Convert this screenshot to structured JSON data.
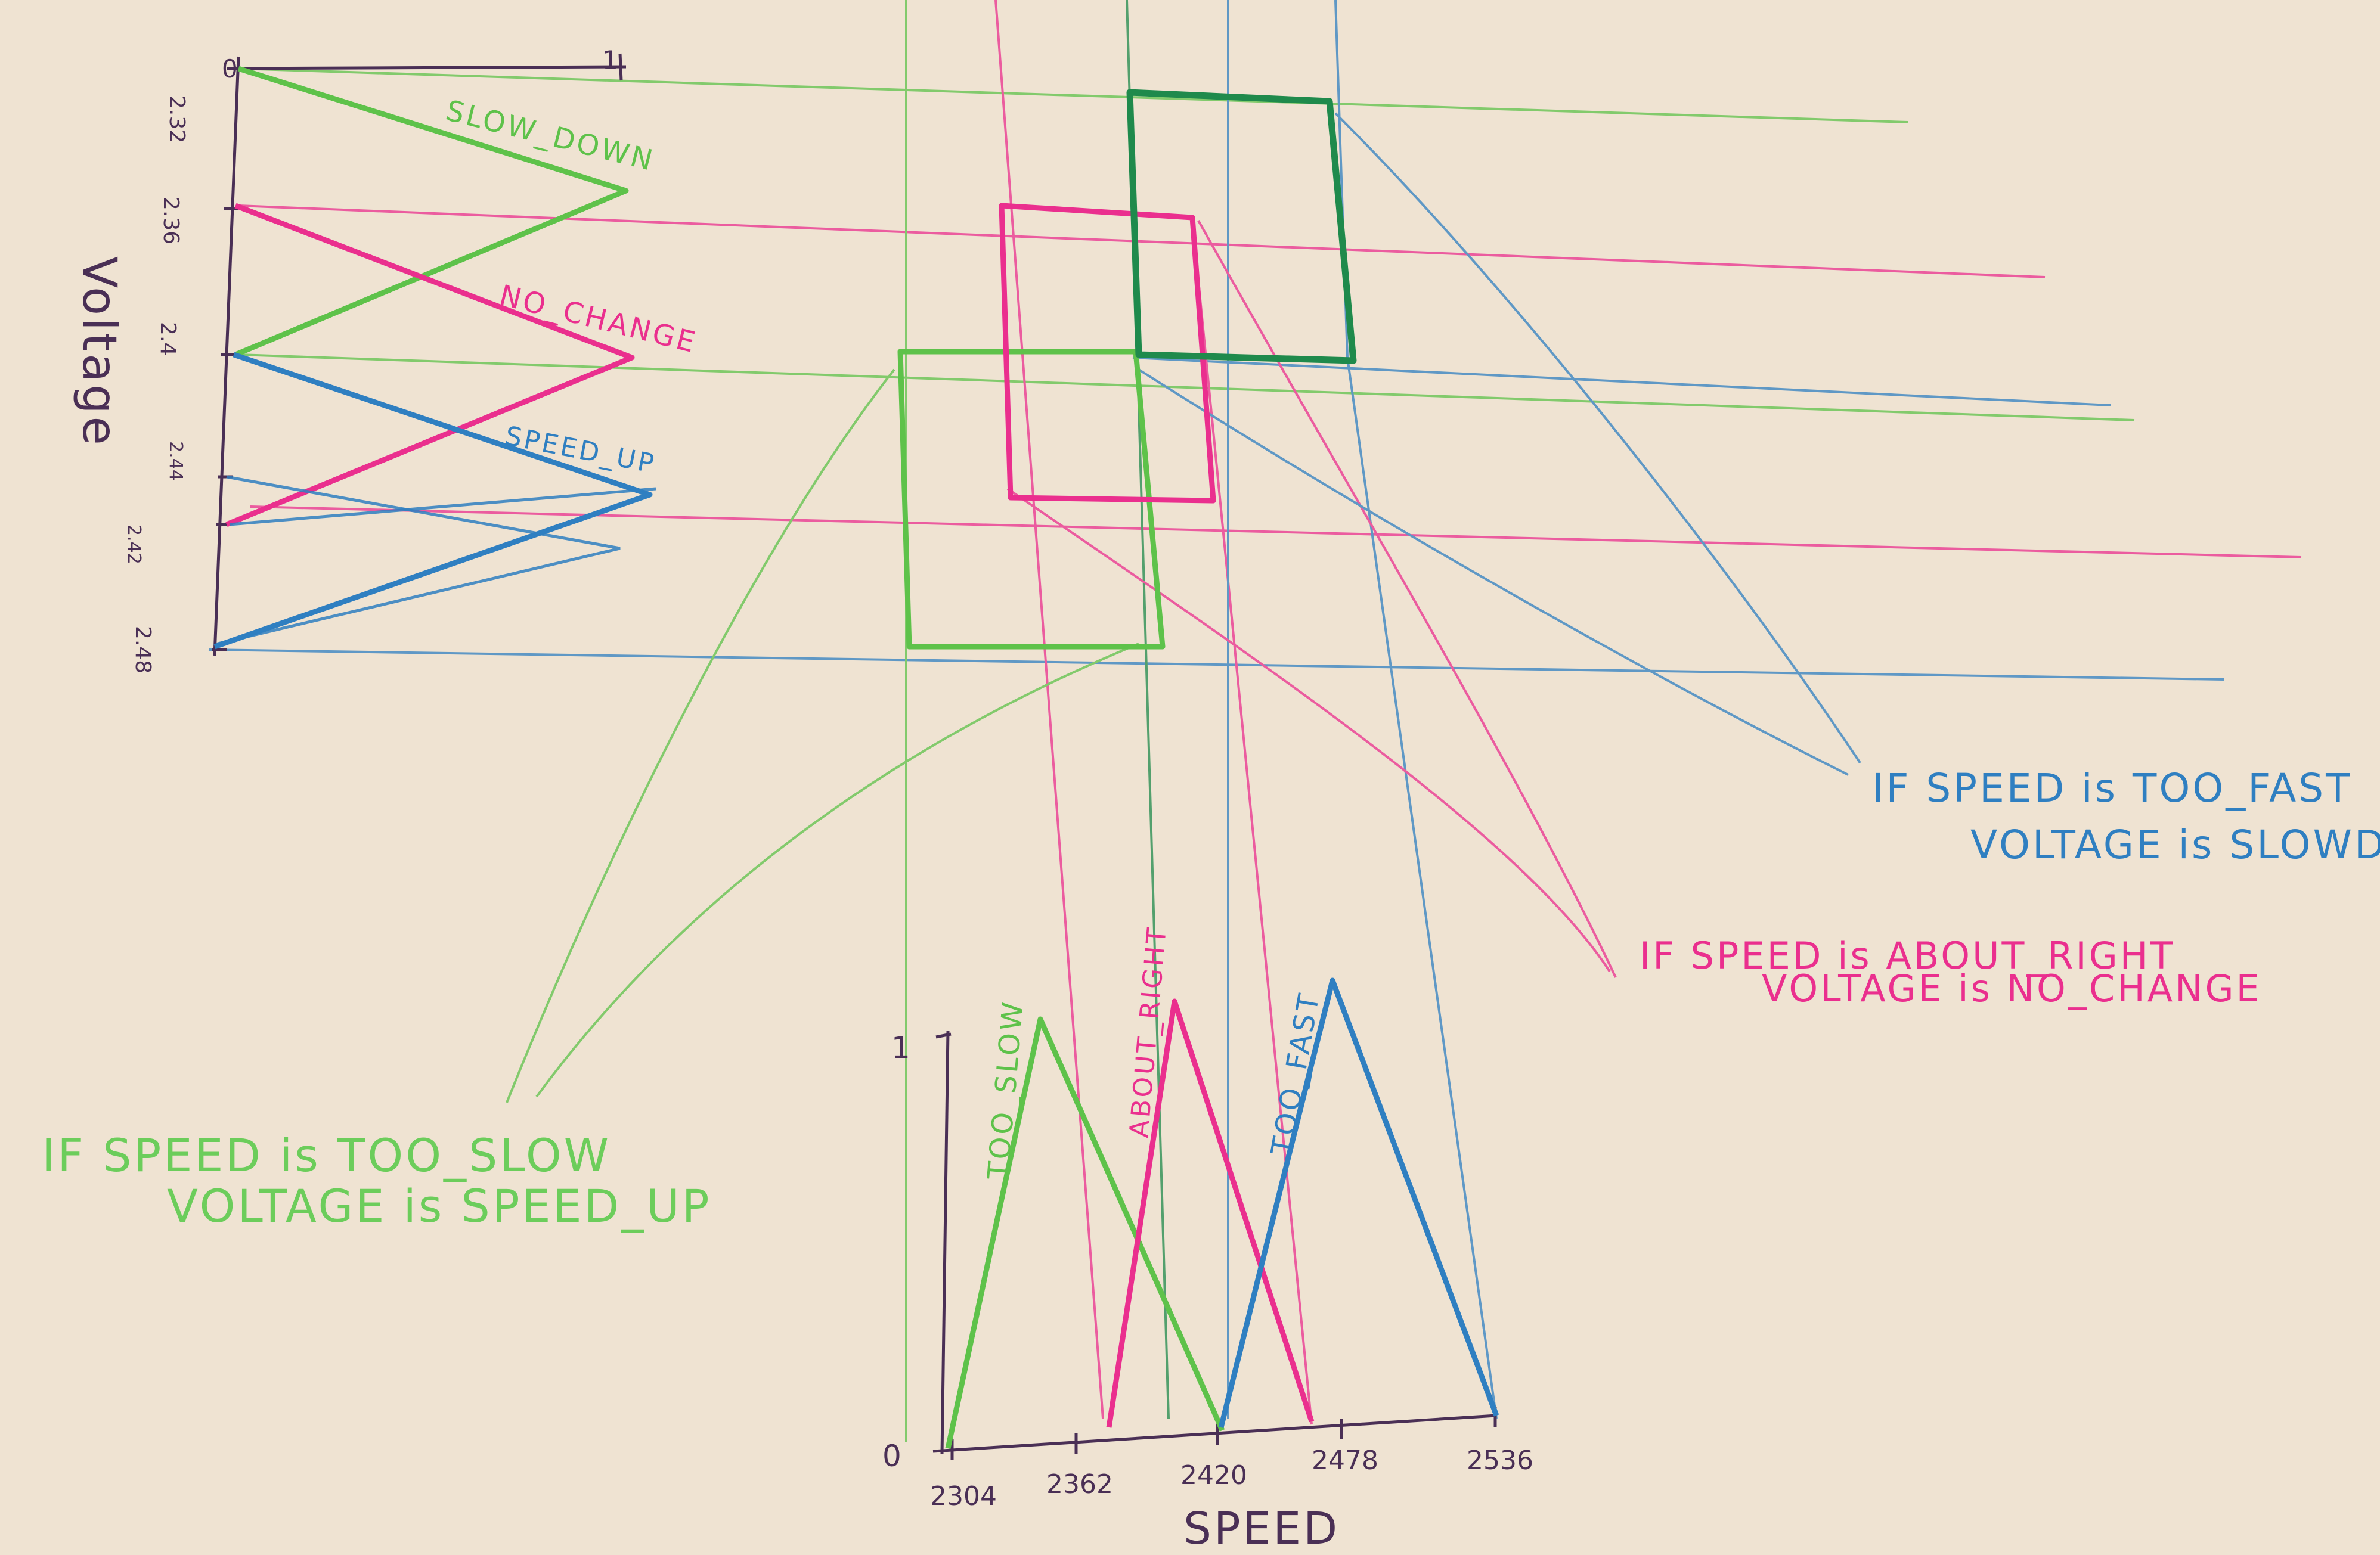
{
  "colors": {
    "paper": "#efe3d2",
    "ink": "#4a2f55",
    "green": "#5ec24a",
    "dark_green": "#1f8a4c",
    "pink": "#ea2f8e",
    "blue": "#2f7fc1"
  },
  "voltage_axis": {
    "label": "Voltage",
    "top_value": "0",
    "right_value": "1",
    "ticks": [
      "2.32",
      "2.36",
      "2.4",
      "2.42",
      "2.44",
      "2.48"
    ]
  },
  "voltage_sets": {
    "slow_down": "SLOW_DOWN",
    "no_change": "NO_CHANGE",
    "speed_up": "SPEED_UP"
  },
  "speed_axis": {
    "label": "SPEED",
    "origin": "0",
    "peak": "1",
    "ticks": [
      "2304",
      "2362",
      "2420",
      "2478",
      "2536"
    ]
  },
  "speed_sets": {
    "too_slow": "TOO_SLOW",
    "about_right": "ABOUT_RIGHT",
    "too_fast": "TOO_FAST"
  },
  "rules": {
    "fast": {
      "line1": "IF SPEED is TOO_FAST",
      "line2": "VOLTAGE is SLOWD"
    },
    "right": {
      "line1": "IF SPEED is ABOUT_RIGHT",
      "line2": "VOLTAGE is NO_CHANGE"
    },
    "slow": {
      "line1": "IF SPEED is TOO_SLOW",
      "line2": "VOLTAGE is SPEED_UP"
    }
  }
}
